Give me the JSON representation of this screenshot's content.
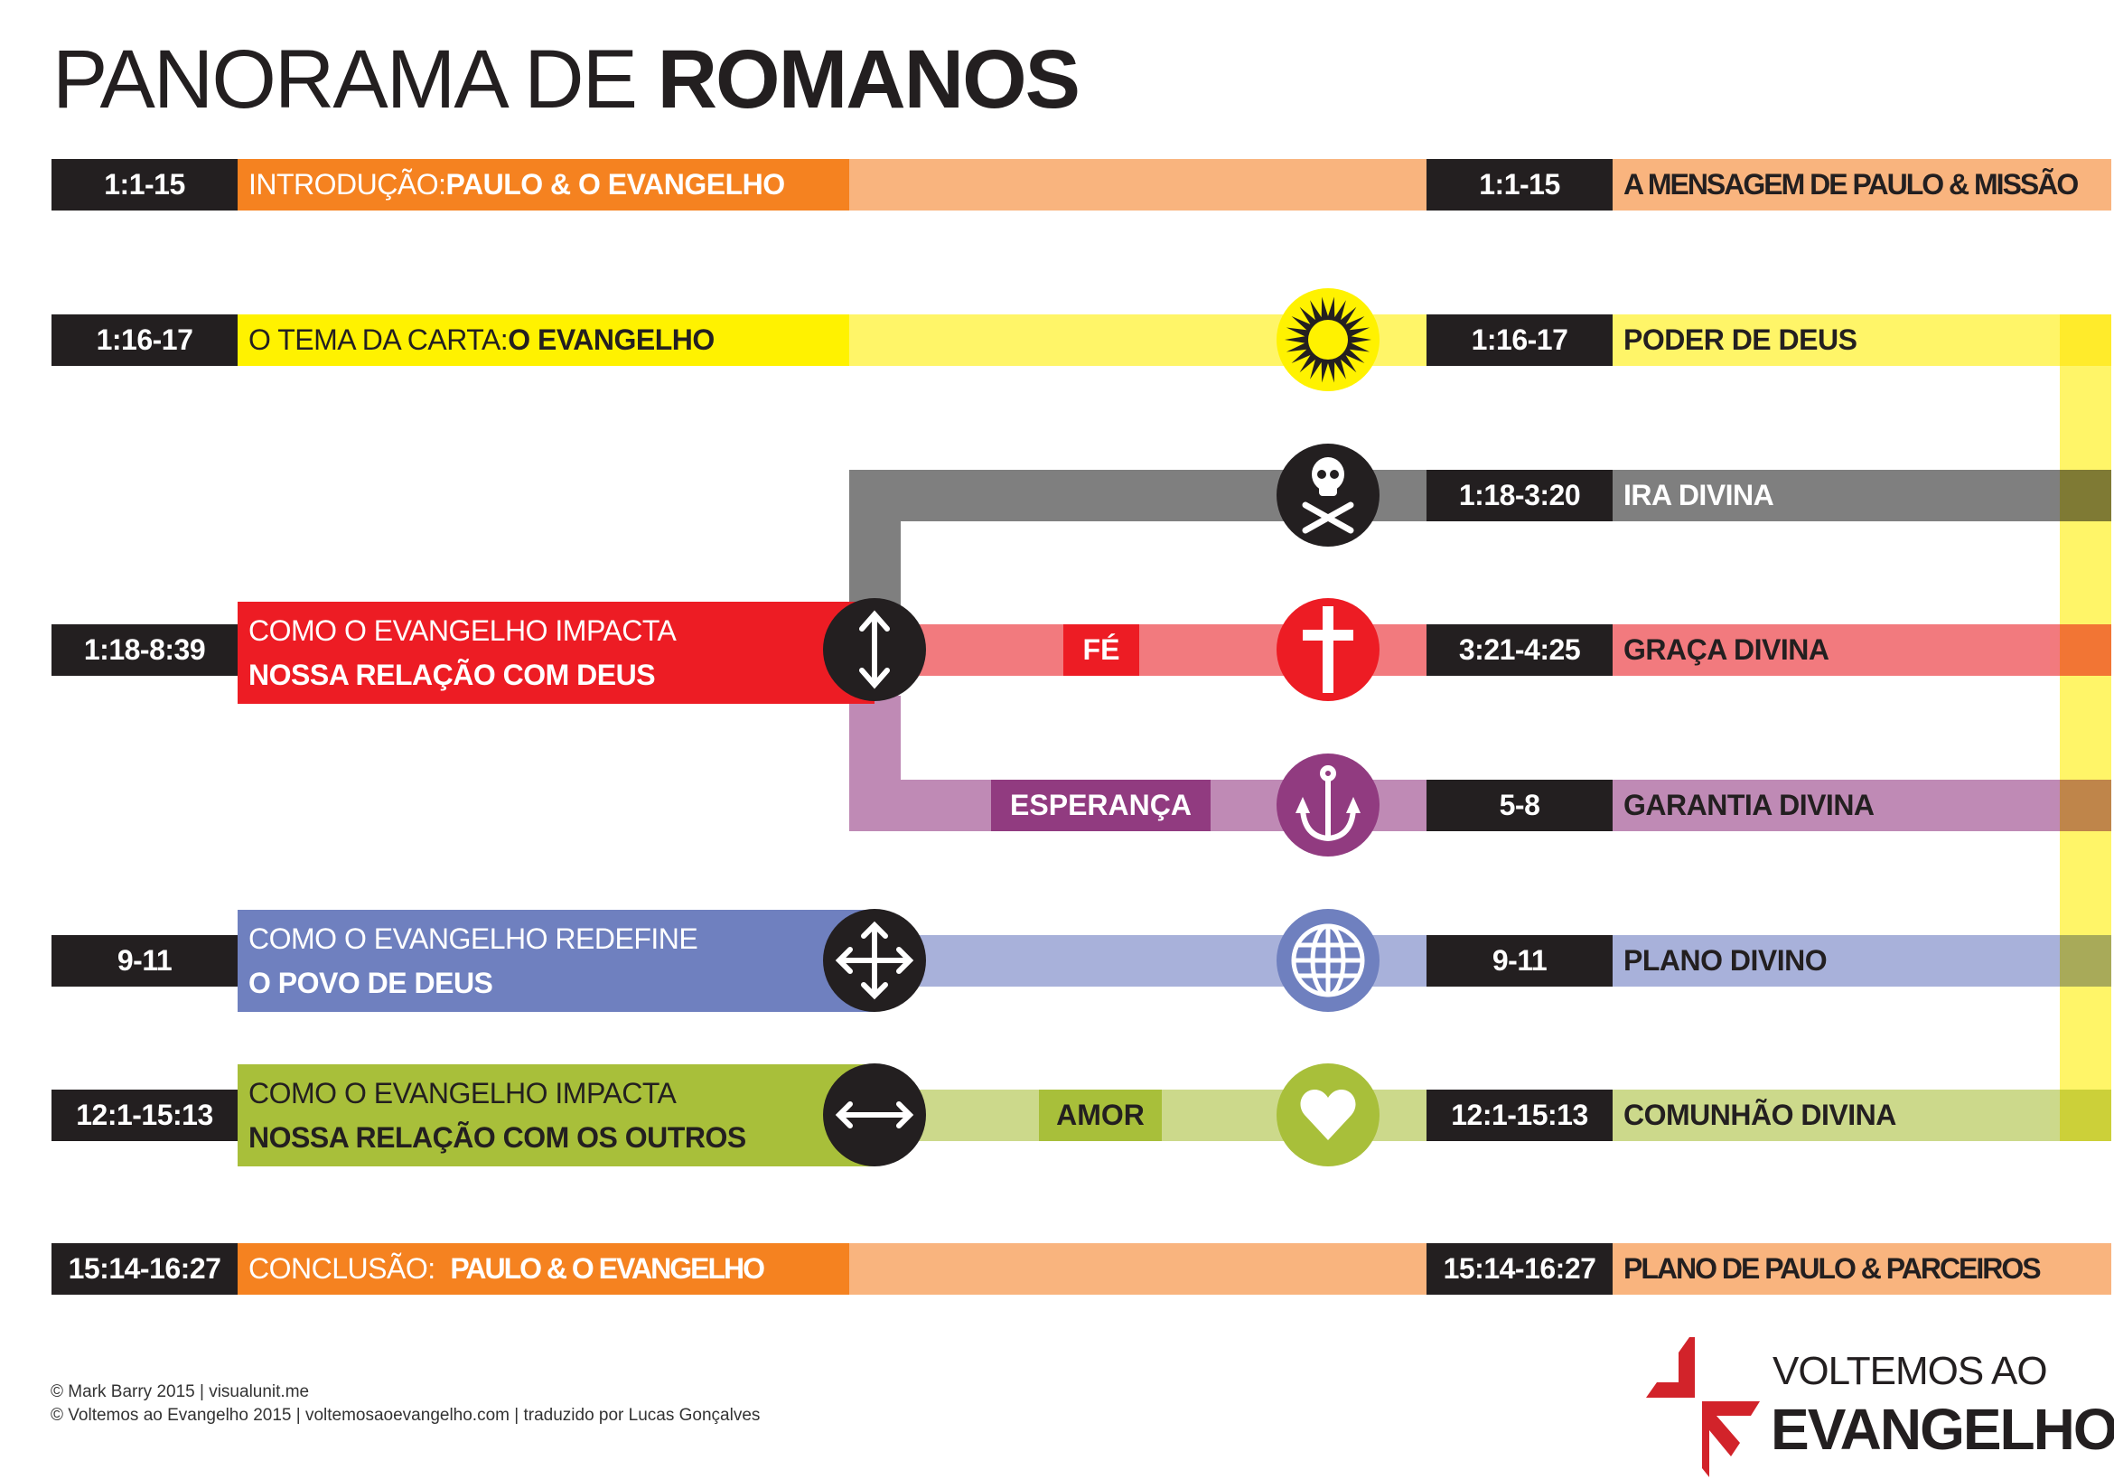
{
  "title": {
    "regular": "PANORAMA DE ",
    "bold": "ROMANOS"
  },
  "colors": {
    "black": "#231f20",
    "orange": "#f58220",
    "orange_light": "#f9b47e",
    "yellow": "#fff200",
    "yellow_light": "#fff568",
    "gray": "#7f7f7f",
    "red": "#ed1c24",
    "red_light": "#f27a7e",
    "purple": "#913b80",
    "purple_light": "#bf8ab5",
    "blue": "#6f80bf",
    "blue_light": "#a8b1da",
    "green": "#a8bf3a",
    "green_light": "#ccd98b"
  },
  "rows": [
    {
      "left_ref": "1:1-15",
      "left_regular": "INTRODUÇÃO: ",
      "left_bold": "PAULO & O EVANGELHO",
      "right_ref": "1:1-15",
      "right_label": "A MENSAGEM DE PAULO & MISSÃO"
    },
    {
      "left_ref": "1:16-17",
      "left_regular": "O TEMA DA CARTA: ",
      "left_bold": "O EVANGELHO",
      "right_ref": "1:16-17",
      "right_label": "PODER DE DEUS",
      "icon": "starburst-icon"
    },
    {
      "right_ref": "1:18-3:20",
      "right_label": "IRA DIVINA",
      "icon": "skull-crossbones-icon"
    },
    {
      "left_ref": "1:18-8:39",
      "left_line1": "COMO O EVANGELHO IMPACTA",
      "left_line2": "NOSSA RELAÇÃO COM DEUS",
      "tag": "FÉ",
      "right_ref": "3:21-4:25",
      "right_label": "GRAÇA DIVINA",
      "icon": "cross-icon",
      "node_icon": "vertical-arrows-icon"
    },
    {
      "tag": "ESPERANÇA",
      "right_ref": "5-8",
      "right_label": "GARANTIA DIVINA",
      "icon": "anchor-icon"
    },
    {
      "left_ref": "9-11",
      "left_line1": "COMO O EVANGELHO REDEFINE",
      "left_line2": "O POVO DE DEUS",
      "right_ref": "9-11",
      "right_label": "PLANO DIVINO",
      "icon": "globe-icon",
      "node_icon": "four-way-arrows-icon"
    },
    {
      "left_ref": "12:1-15:13",
      "left_line1": "COMO O EVANGELHO IMPACTA",
      "left_line2": "NOSSA RELAÇÃO COM OS OUTROS",
      "tag": "AMOR",
      "right_ref": "12:1-15:13",
      "right_label": "COMUNHÃO DIVINA",
      "icon": "heart-icon",
      "node_icon": "horizontal-arrows-icon"
    },
    {
      "left_ref": "15:14-16:27",
      "left_regular": "CONCLUSÃO:  ",
      "left_bold": "PAULO & O EVANGELHO",
      "right_ref": "15:14-16:27",
      "right_label": "PLANO DE PAULO & PARCEIROS"
    }
  ],
  "footer": {
    "line1": "© Mark Barry 2015 | visualunit.me",
    "line2": "© Voltemos ao Evangelho 2015 | voltemosaoevangelho.com | traduzido por Lucas Gonçalves"
  },
  "logo": {
    "line1": "VOLTEMOS AO",
    "line2": "EVANGELHO"
  }
}
